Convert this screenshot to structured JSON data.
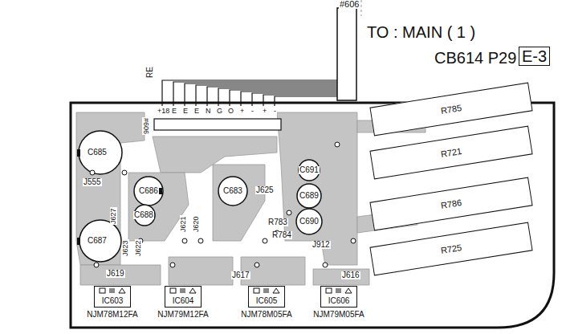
{
  "diagram": {
    "nodes": [
      {
        "text": [
          "R785"
        ]
      },
      {
        "text": [
          "R721"
        ]
      },
      {
        "text": [
          "R786"
        ]
      },
      {
        "text": [
          "R725"
        ]
      },
      {
        "text": [
          "IC603",
          "NJM78M12FA"
        ]
      },
      {
        "text": [
          "IC604",
          "NJM79M12FA"
        ]
      },
      {
        "text": [
          "IC605",
          "NJM78M05FA"
        ]
      },
      {
        "text": [
          "IC606",
          "NJM79M05FA"
        ]
      }
    ],
    "labels": [
      "#606",
      "TO : MAIN ( 1 )",
      "CB614 P29",
      "E-3",
      "RE",
      "#606",
      "+18",
      "E",
      "E",
      "E",
      "N",
      "G",
      "O",
      "+",
      "-",
      "+",
      "-",
      "C685",
      "J555",
      "C687",
      "C686",
      "C688",
      "J627",
      "J623",
      "J622",
      "J621",
      "J620",
      "C683",
      "J625",
      "C691",
      "C689",
      "C690",
      "J912",
      "R783",
      "R784",
      "J619",
      "J617",
      "J616"
    ]
  }
}
